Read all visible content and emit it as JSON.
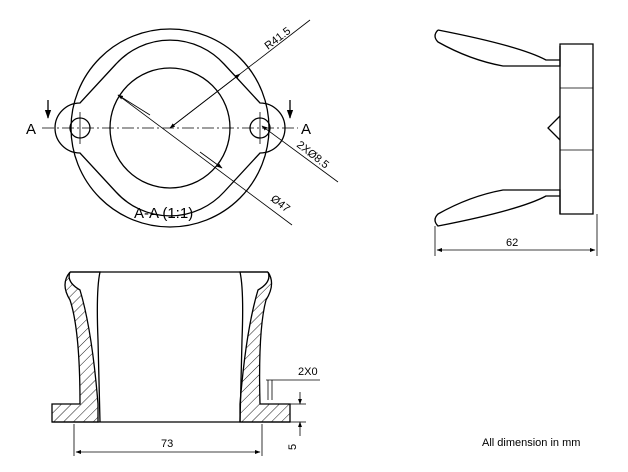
{
  "top_view": {
    "section_marker": "A",
    "section_title": "A-A (1:1)",
    "radius_label": "R41.5",
    "holes_label": "2XØ8.5",
    "bore_label": "Ø47"
  },
  "side_view": {
    "length_label": "62"
  },
  "section_view": {
    "width_label": "73",
    "chamfer_label": "2X0",
    "thickness_label": "5"
  },
  "note": "All dimension in mm"
}
